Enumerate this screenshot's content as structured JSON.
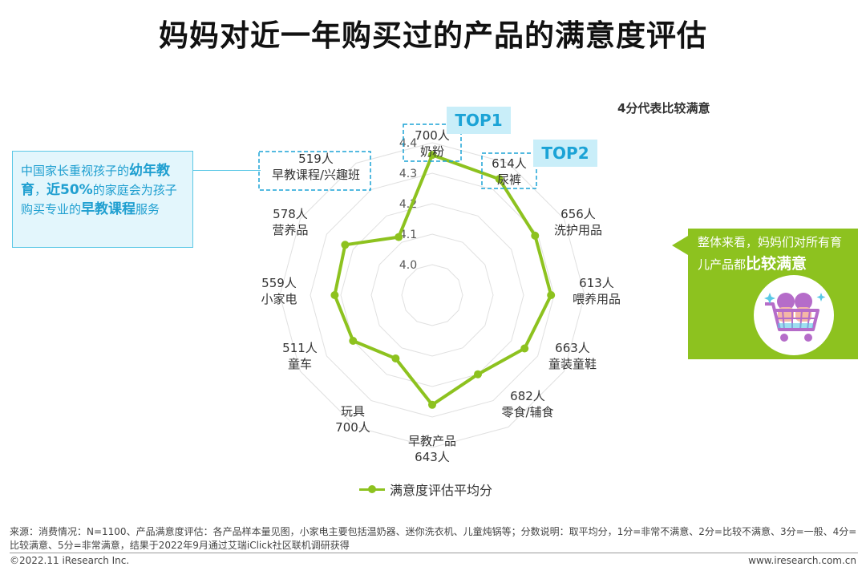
{
  "title": "妈妈对近一年购买过的产品的满意度评估",
  "subnote": "4分代表比较满意",
  "chart_data": {
    "type": "radar",
    "categories": [
      {
        "name": "奶粉",
        "count": "700人"
      },
      {
        "name": "尿裤",
        "count": "614人"
      },
      {
        "name": "洗护用品",
        "count": "656人"
      },
      {
        "name": "喂养用品",
        "count": "613人"
      },
      {
        "name": "童装童鞋",
        "count": "663人"
      },
      {
        "name": "零食/辅食",
        "count": "682人"
      },
      {
        "name": "早教产品",
        "count": "643人"
      },
      {
        "name": "玩具",
        "count": "700人"
      },
      {
        "name": "童车",
        "count": "511人"
      },
      {
        "name": "小家电",
        "count": "559人"
      },
      {
        "name": "营养品",
        "count": "578人"
      },
      {
        "name": "早教课程/兴趣班",
        "count": "519人"
      }
    ],
    "series": [
      {
        "name": "满意度评估平均分",
        "values": [
          4.36,
          4.34,
          4.29,
          4.29,
          4.25,
          4.2,
          4.26,
          4.14,
          4.2,
          4.22,
          4.23,
          4.12
        ]
      }
    ],
    "rlim": [
      3.9,
      4.4
    ],
    "ticks": [
      "4.0",
      "4.1",
      "4.2",
      "4.3",
      "4.4"
    ],
    "color": "#8dc21f"
  },
  "badges": {
    "top1": "TOP1",
    "top2": "TOP2",
    "color": "#1ba3d6",
    "bg": "#c9eef9"
  },
  "callout_left": {
    "p1": "中国家长重视孩子的",
    "b1": "幼年教育",
    "p2": "，",
    "b2": "近50%",
    "p3": "的家庭会为孩子购买专业的",
    "b3": "早教课程",
    "p4": "服务"
  },
  "callout_right": {
    "text": "整体来看，妈妈们对所有育儿产品都",
    "bold": "比较满意"
  },
  "footnote": "来源：消费情况：N=1100、产品满意度评估：各产品样本量见图，小家电主要包括温奶器、迷你洗衣机、儿童炖锅等；分数说明：取平均分，1分=非常不满意、2分=比较不满意、3分=一般、4分=比较满意、5分=非常满意，结果于2022年9月通过艾瑞iClick社区联机调研获得",
  "copyright": "©2022.11 iResearch Inc.",
  "website": "www.iresearch.com.cn"
}
